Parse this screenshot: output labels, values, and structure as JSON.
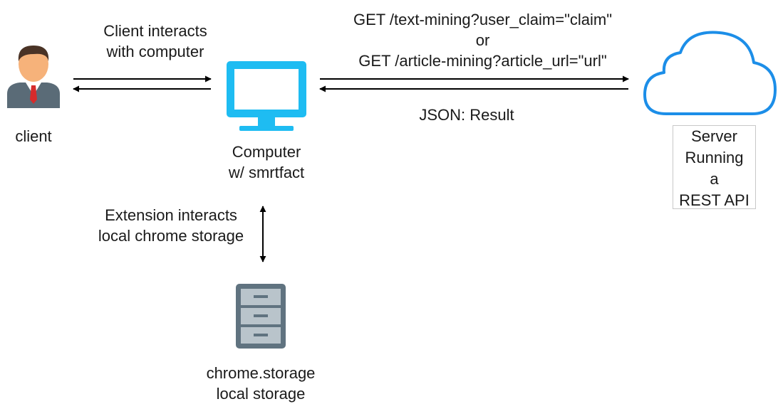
{
  "client": {
    "label": "client",
    "icon": "person-icon"
  },
  "client_computer_link": {
    "line1": "Client interacts",
    "line2": "with computer"
  },
  "computer": {
    "icon": "monitor-icon",
    "line1": "Computer",
    "line2": "w/ smrtfact"
  },
  "requests": {
    "line1": "GET /text-mining?user_claim=\"claim\"",
    "line2": "or",
    "line3": "GET /article-mining?article_url=\"url\"",
    "response": "JSON: Result"
  },
  "server": {
    "icon": "cloud-icon",
    "line1": "Server",
    "line2": "Running",
    "line3": "a",
    "line4": "REST API"
  },
  "storage_link": {
    "line1": "Extension interacts",
    "line2": "local chrome storage"
  },
  "storage": {
    "icon": "filing-cabinet-icon",
    "line1": "chrome.storage",
    "line2": "local storage"
  },
  "colors": {
    "monitor": "#1ebcf2",
    "cloud": "#1c8ee8",
    "cabinet": "#607380",
    "skin": "#f6b27a",
    "hair": "#4a3326",
    "suit": "#5a6b77",
    "tie": "#d62b2b"
  }
}
